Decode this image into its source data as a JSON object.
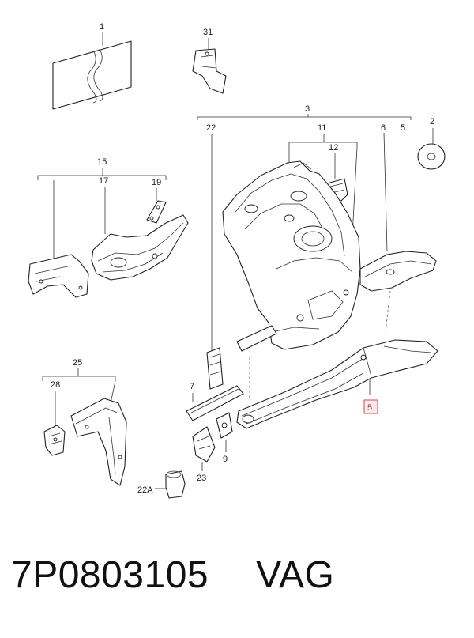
{
  "labels": {
    "l1": "1",
    "l2": "2",
    "l3": "3",
    "l5a": "5",
    "l5b": "5",
    "l6": "6",
    "l7": "7",
    "l9": "9",
    "l11": "11",
    "l12": "12",
    "l15": "15",
    "l17": "17",
    "l19": "19",
    "l22": "22",
    "l22a": "22A",
    "l23": "23",
    "l25": "25",
    "l28": "28",
    "l31": "31"
  },
  "footer": {
    "part_number": "7P0803105",
    "brand": "VAG"
  }
}
